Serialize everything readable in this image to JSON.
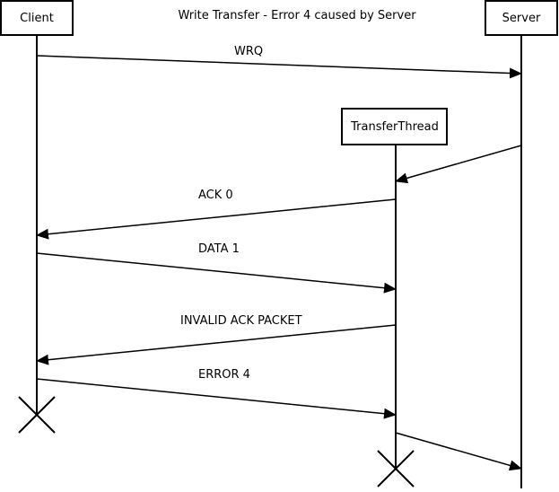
{
  "diagram": {
    "title": "Write Transfer - Error 4 caused by Server",
    "participants": {
      "client": "Client",
      "server": "Server",
      "thread": "TransferThread"
    },
    "messages": {
      "wrq": "WRQ",
      "spawn": "",
      "ack0": "ACK 0",
      "data1": "DATA 1",
      "invalid_ack": "INVALID ACK PACKET",
      "error4": "ERROR 4",
      "thread_to_server": ""
    },
    "terminations": [
      "Client",
      "TransferThread"
    ],
    "colors": {
      "stroke": "#000000",
      "background": "#ffffff"
    }
  }
}
